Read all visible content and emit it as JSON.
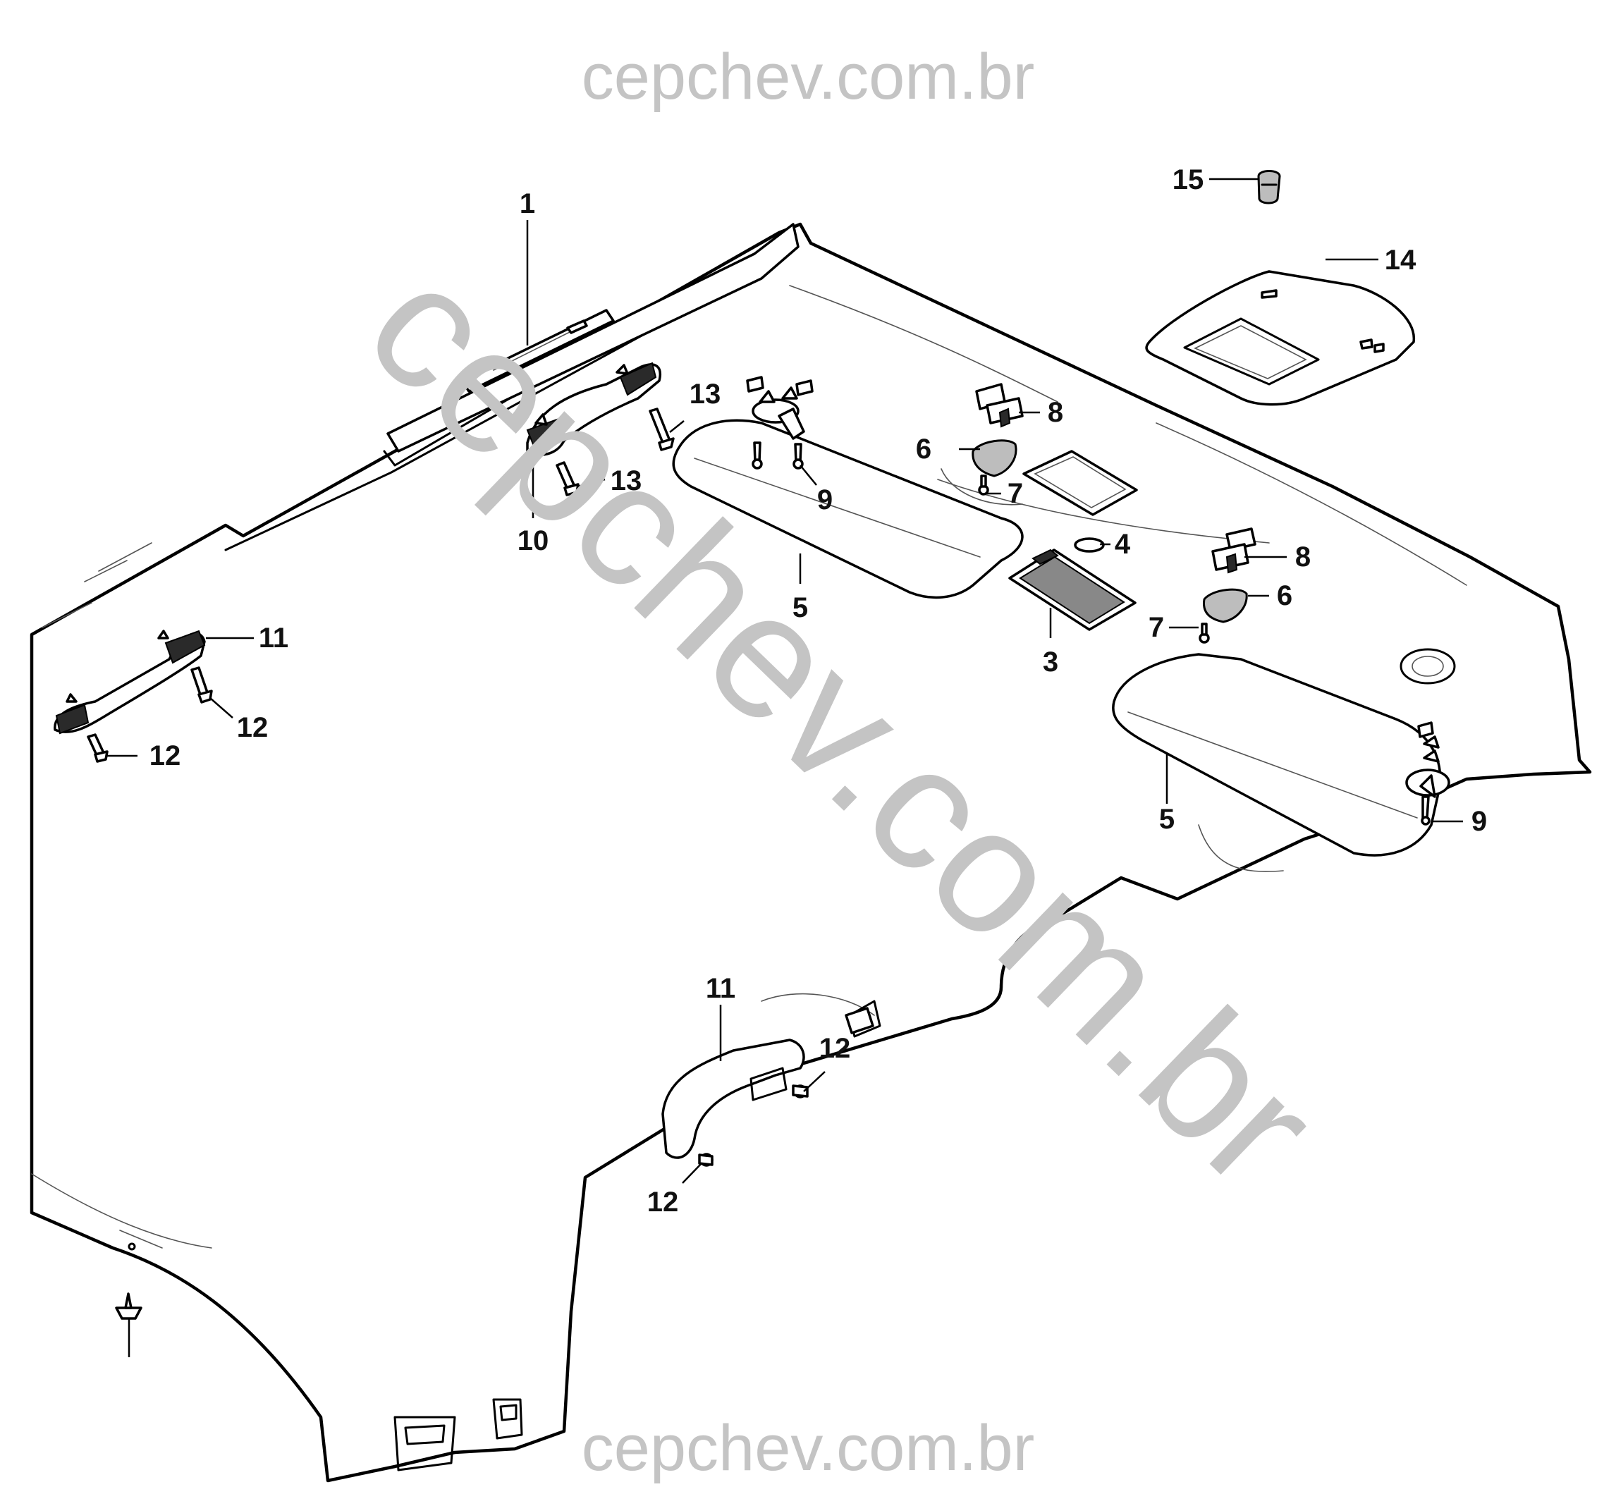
{
  "watermark": {
    "top": "cepchev.com.br",
    "diagonal": "cepchev.com.br",
    "bottom": "cepchev.com.br"
  },
  "callouts": {
    "n1": "1",
    "n3": "3",
    "n4": "4",
    "n5a": "5",
    "n5b": "5",
    "n6a": "6",
    "n6b": "6",
    "n7a": "7",
    "n7b": "7",
    "n8a": "8",
    "n8b": "8",
    "n9a": "9",
    "n9b": "9",
    "n10": "10",
    "n11a": "11",
    "n11b": "11",
    "n12a": "12",
    "n12b": "12",
    "n12c": "12",
    "n12d": "12",
    "n13a": "13",
    "n13b": "13",
    "n14": "14",
    "n15": "15"
  },
  "parts": [
    {
      "ref": "1",
      "icon": "a-pillar-trim"
    },
    {
      "ref": "3",
      "icon": "dome-lamp"
    },
    {
      "ref": "4",
      "icon": "bulb"
    },
    {
      "ref": "5",
      "icon": "sun-visor"
    },
    {
      "ref": "6",
      "icon": "visor-clip"
    },
    {
      "ref": "7",
      "icon": "screw"
    },
    {
      "ref": "8",
      "icon": "clip-bracket"
    },
    {
      "ref": "9",
      "icon": "screw"
    },
    {
      "ref": "10",
      "icon": "assist-handle"
    },
    {
      "ref": "11",
      "icon": "assist-handle"
    },
    {
      "ref": "12",
      "icon": "bolt"
    },
    {
      "ref": "13",
      "icon": "bolt"
    },
    {
      "ref": "14",
      "icon": "sunroof-frame"
    },
    {
      "ref": "15",
      "icon": "plug"
    }
  ]
}
